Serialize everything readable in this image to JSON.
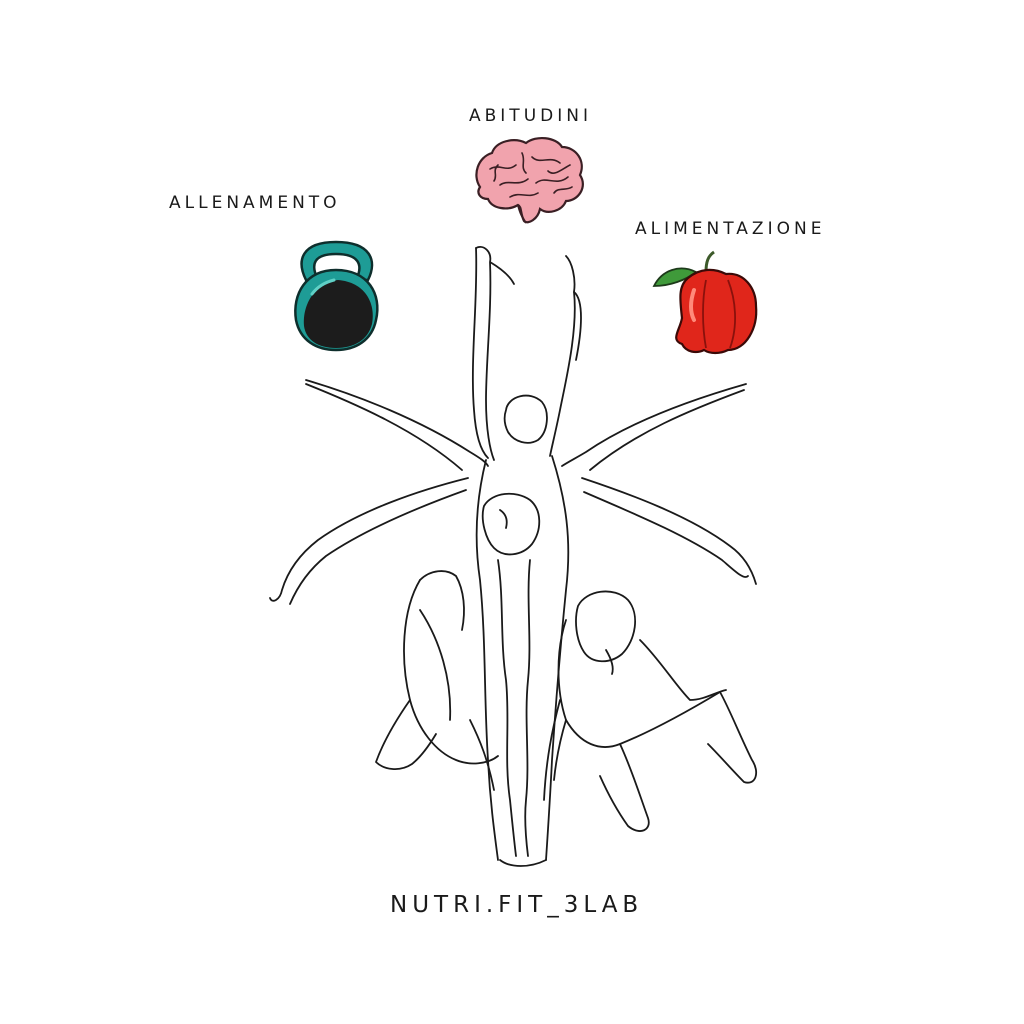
{
  "labels": {
    "habits": "ABITUDINI",
    "training": "ALLENAMENTO",
    "food": "ALIMENTAZIONE"
  },
  "brand": "NUTRI.FIT_3LAB",
  "icons": {
    "habits": "brain-icon",
    "training": "kettlebell-icon",
    "food": "bell-pepper-icon"
  },
  "colors": {
    "background": "#ffffff",
    "text": "#1a1a1a",
    "brain": "#f1a3ad",
    "kettlebell": "#1e9c96",
    "kettlebell_body": "#1c1c1c",
    "pepper": "#e0261b",
    "leaf": "#3f9a3a",
    "lineart": "#1a1a1a"
  }
}
